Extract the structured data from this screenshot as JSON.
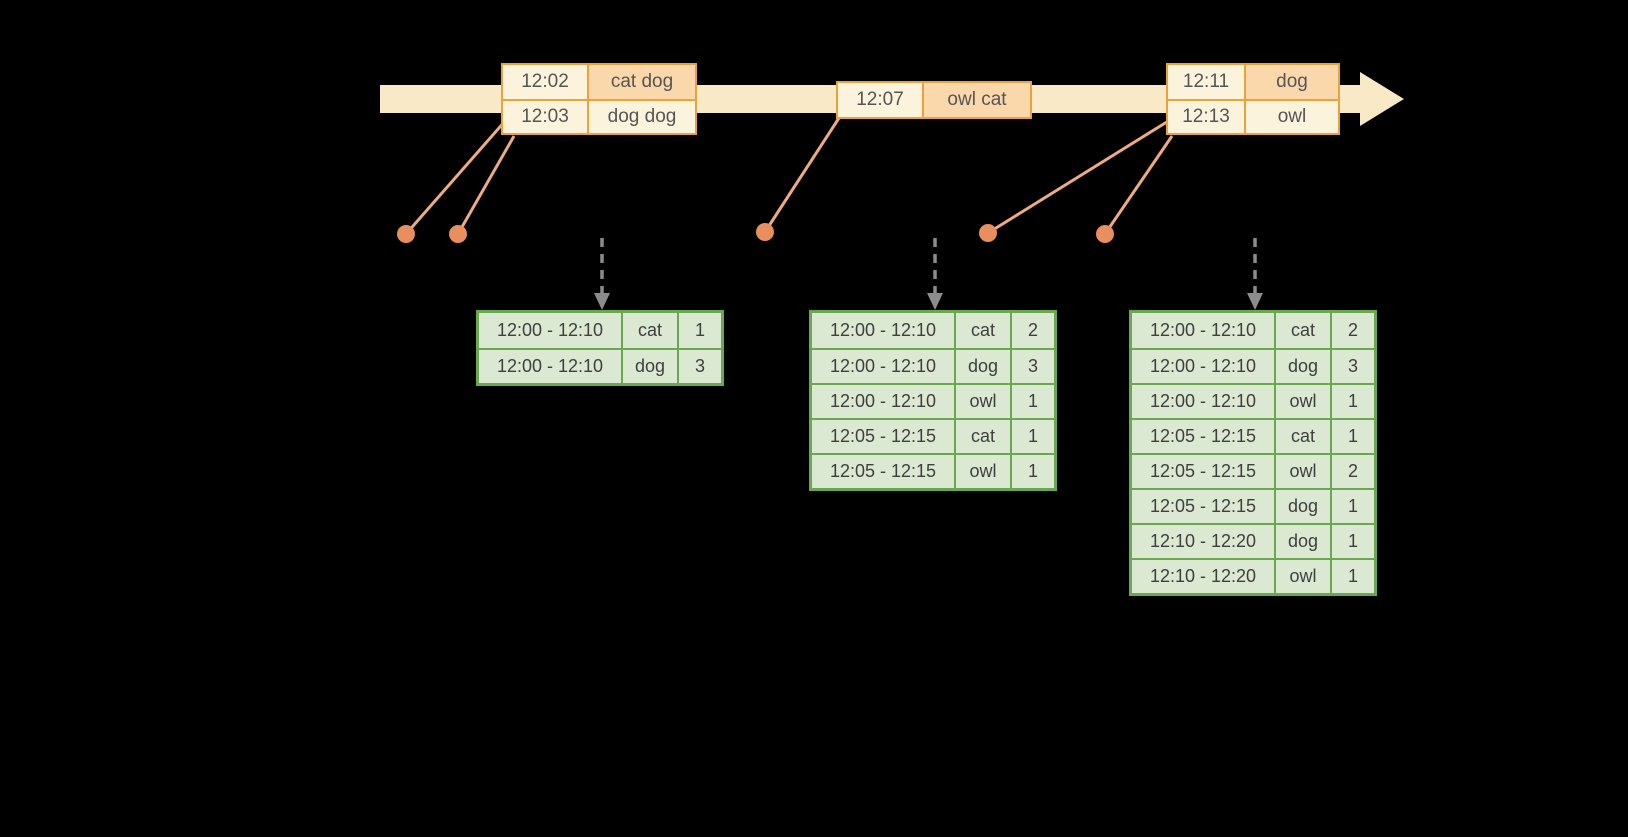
{
  "colors": {
    "background": "#000000",
    "timeline": "#FAE9C6",
    "event_border": "#E9A33C",
    "event_cream": "#FCF3DC",
    "event_peach": "#FAD8AC",
    "event_text": "#555555",
    "connector": "#ECAB82",
    "dot": "#E88E5F",
    "trigger": "#8C8C8C",
    "result_border": "#69A84F",
    "result_fill": "#DBE8D2",
    "result_text": "#3F3F3F"
  },
  "events": [
    {
      "rows": [
        {
          "time": "12:02",
          "words": "cat dog"
        },
        {
          "time": "12:03",
          "words": "dog dog"
        }
      ]
    },
    {
      "rows": [
        {
          "time": "12:07",
          "words": "owl cat"
        }
      ]
    },
    {
      "rows": [
        {
          "time": "12:11",
          "words": "dog"
        },
        {
          "time": "12:13",
          "words": "owl"
        }
      ]
    }
  ],
  "results": [
    {
      "rows": [
        {
          "window": "12:00 - 12:10",
          "word": "cat",
          "count": "1"
        },
        {
          "window": "12:00 - 12:10",
          "word": "dog",
          "count": "3"
        }
      ]
    },
    {
      "rows": [
        {
          "window": "12:00 - 12:10",
          "word": "cat",
          "count": "2"
        },
        {
          "window": "12:00 - 12:10",
          "word": "dog",
          "count": "3"
        },
        {
          "window": "12:00 - 12:10",
          "word": "owl",
          "count": "1"
        },
        {
          "window": "12:05 - 12:15",
          "word": "cat",
          "count": "1"
        },
        {
          "window": "12:05 - 12:15",
          "word": "owl",
          "count": "1"
        }
      ]
    },
    {
      "rows": [
        {
          "window": "12:00 - 12:10",
          "word": "cat",
          "count": "2"
        },
        {
          "window": "12:00 - 12:10",
          "word": "dog",
          "count": "3"
        },
        {
          "window": "12:00 - 12:10",
          "word": "owl",
          "count": "1"
        },
        {
          "window": "12:05 - 12:15",
          "word": "cat",
          "count": "1"
        },
        {
          "window": "12:05 - 12:15",
          "word": "owl",
          "count": "2"
        },
        {
          "window": "12:05 - 12:15",
          "word": "dog",
          "count": "1"
        },
        {
          "window": "12:10 - 12:20",
          "word": "dog",
          "count": "1"
        },
        {
          "window": "12:10 - 12:20",
          "word": "owl",
          "count": "1"
        }
      ]
    }
  ]
}
